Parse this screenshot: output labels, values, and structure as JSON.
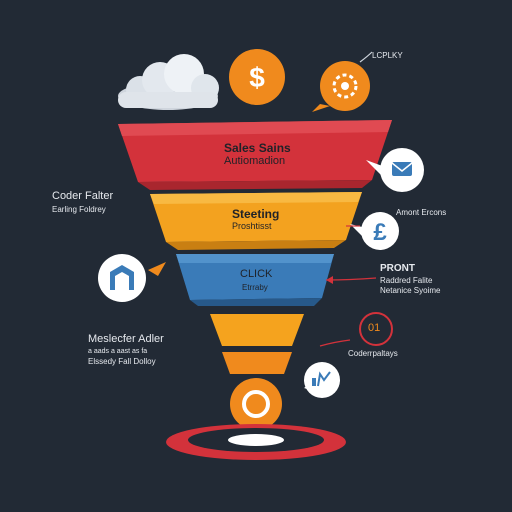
{
  "colors": {
    "background": "#222a35",
    "layer1": "#d3323b",
    "layer2": "#f3a21f",
    "layer3": "#3a7bb8",
    "layer4": "#f5a31e",
    "accent_orange": "#f08a1d",
    "target_red": "#d3323b"
  },
  "funnel": {
    "layer1": {
      "title": "Sales Sains",
      "subtitle": "Autiomadion"
    },
    "layer2": {
      "title": "Steeting",
      "subtitle": "Proshtisst"
    },
    "layer3": {
      "title": "CLICK",
      "subtitle": "Etrraby"
    }
  },
  "callouts": {
    "top_right": "LCPLKY",
    "left_1_title": "Coder Falter",
    "left_1_sub": "Earling Foldrey",
    "right_1": "Amont Ercons",
    "right_2_title": "PRONT",
    "right_2_line1": "Raddred Falite",
    "right_2_line2": "Netanice Syoime",
    "left_2_title": "Meslecfer Adler",
    "left_2_line1": "a aads a aast as fa",
    "left_2_line2": "Elssedy Fall Dolloy",
    "right_3_number": "01",
    "right_3_text": "Coderrpaltays"
  },
  "icons": [
    "cloud-icon",
    "dollar-icon",
    "gear-icon",
    "email-icon",
    "pound-icon",
    "magento-icon",
    "chart-icon",
    "ring-icon",
    "target-icon"
  ]
}
